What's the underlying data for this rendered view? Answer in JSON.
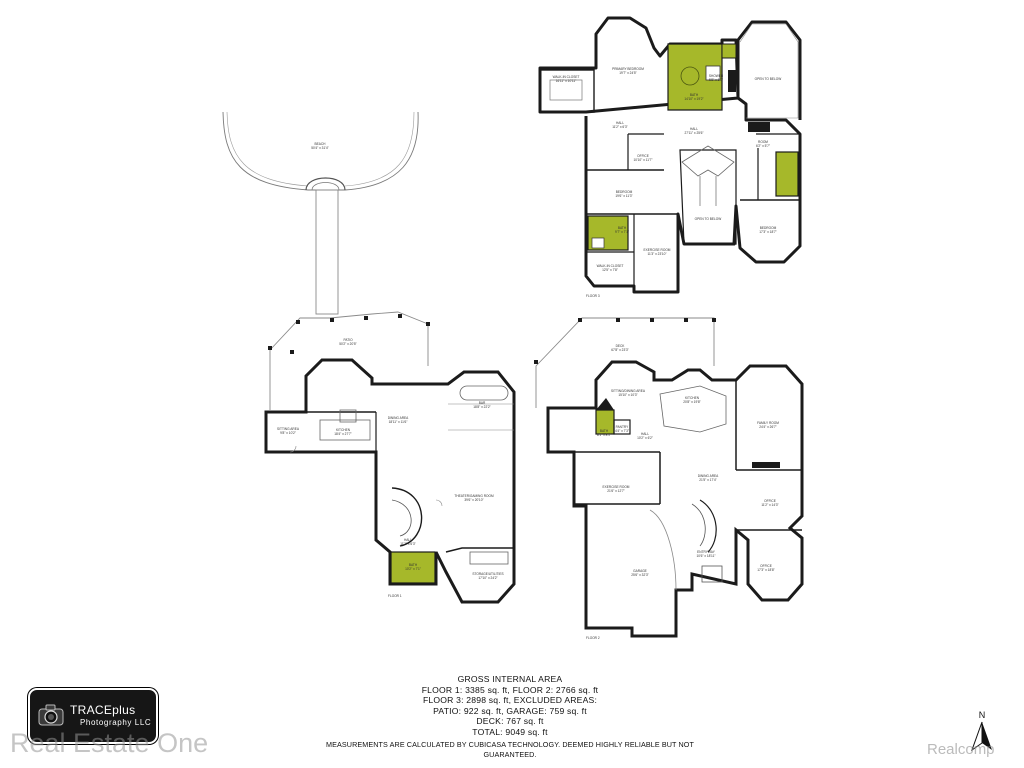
{
  "colors": {
    "wall": "#1b1b1b",
    "bath_fill": "#a6b82a",
    "deck_line": "#8a8a8a",
    "accent_text": "#111111"
  },
  "floor1": {
    "label": "FLOOR 1",
    "rooms": [
      {
        "name": "BEACH",
        "dims": "50'4\" x 31'4\""
      },
      {
        "name": "PATIO",
        "dims": "50'2\" x 20'5\""
      },
      {
        "name": "SITTING AREA",
        "dims": "9'8\" x 10'2\""
      },
      {
        "name": "KITCHEN",
        "dims": "18'4\" x 27'7\""
      },
      {
        "name": "DINING AREA",
        "dims": "18'11\" x 11'6\""
      },
      {
        "name": "BAR",
        "dims": "18'8\" x 22'2\""
      },
      {
        "name": "THEATER/GAMING ROOM",
        "dims": "39'6\" x 20'10\""
      },
      {
        "name": "HALL",
        "dims": "11'2\" x 6'3\""
      },
      {
        "name": "BATH",
        "dims": "10'2\" x 7'1\""
      },
      {
        "name": "STORAGE/UTILITIES",
        "dims": "17'10\" x 24'2\""
      }
    ]
  },
  "floor2": {
    "label": "FLOOR 2",
    "rooms": [
      {
        "name": "DECK",
        "dims": "67'8\" x 23'3\""
      },
      {
        "name": "SITTING/DINING AREA",
        "dims": "15'10\" x 10'3\""
      },
      {
        "name": "KITCHEN",
        "dims": "20'8\" x 19'8\""
      },
      {
        "name": "FAMILY ROOM",
        "dims": "24'4\" x 26'7\""
      },
      {
        "name": "BATH",
        "dims": "8'1\" x 8'1\""
      },
      {
        "name": "PANTRY",
        "dims": "4'4\" x 7'3\""
      },
      {
        "name": "HALL",
        "dims": "10'2\" x 6'2\""
      },
      {
        "name": "EXERCISE ROOM",
        "dims": "21'6\" x 12'7\""
      },
      {
        "name": "DINING AREA",
        "dims": "21'5\" x 17'4\""
      },
      {
        "name": "OFFICE",
        "dims": "11'2\" x 14'3\""
      },
      {
        "name": "GARAGE",
        "dims": "25'6\" x 32'3\""
      },
      {
        "name": "ENTRYWAY",
        "dims": "10'6\" x 18'11\""
      },
      {
        "name": "OFFICE",
        "dims": "17'3\" x 18'8\""
      }
    ]
  },
  "floor3": {
    "label": "FLOOR 3",
    "rooms": [
      {
        "name": "PRIMARY BEDROOM",
        "dims": "19'7\" x 24'5\""
      },
      {
        "name": "WALK-IN CLOSET",
        "dims": "16'11\" x 10'11\""
      },
      {
        "name": "BATH",
        "dims": "14'10\" x 19'2\""
      },
      {
        "name": "SHOWER",
        "dims": "5'8\" x 6'0\""
      },
      {
        "name": "OPEN TO BELOW",
        "dims": ""
      },
      {
        "name": "HALL",
        "dims": "11'2\" x 6'3\""
      },
      {
        "name": "HALL",
        "dims": "27'11\" x 25'6\""
      },
      {
        "name": "OFFICE",
        "dims": "10'10\" x 11'7\""
      },
      {
        "name": "ROOM",
        "dims": "6'2\" x 5'7\""
      },
      {
        "name": "BEDROOM",
        "dims": "19'6\" x 11'3\""
      },
      {
        "name": "OPEN TO BELOW",
        "dims": ""
      },
      {
        "name": "BATH",
        "dims": "9'7\" x 7'1\""
      },
      {
        "name": "EXERCISE ROOM",
        "dims": "11'3\" x 23'10\""
      },
      {
        "name": "WALK-IN CLOSET",
        "dims": "12'5\" x 7'8\""
      },
      {
        "name": "BEDROOM",
        "dims": "17'3\" x 18'7\""
      }
    ]
  },
  "area_summary": {
    "heading": "GROSS INTERNAL AREA",
    "line1": "FLOOR 1: 3385 sq. ft, FLOOR 2: 2766 sq. ft",
    "line2": "FLOOR 3: 2898 sq. ft, EXCLUDED AREAS:",
    "line3": "PATIO: 922 sq. ft, GARAGE: 759 sq. ft",
    "line4": "DECK: 767 sq. ft",
    "line5": "TOTAL: 9049 sq. ft",
    "disclaimer": "MEASUREMENTS ARE CALCULATED BY CUBICASA TECHNOLOGY. DEEMED HIGHLY RELIABLE BUT NOT GUARANTEED."
  },
  "logo": {
    "brand": "TRACEplus",
    "subtitle": "Photography LLC",
    "icon": "camera-icon"
  },
  "north_arrow": {
    "label": "N",
    "icon": "north-arrow-icon"
  },
  "watermark_left": "Real Estate One",
  "watermark_right": "Realcomp"
}
